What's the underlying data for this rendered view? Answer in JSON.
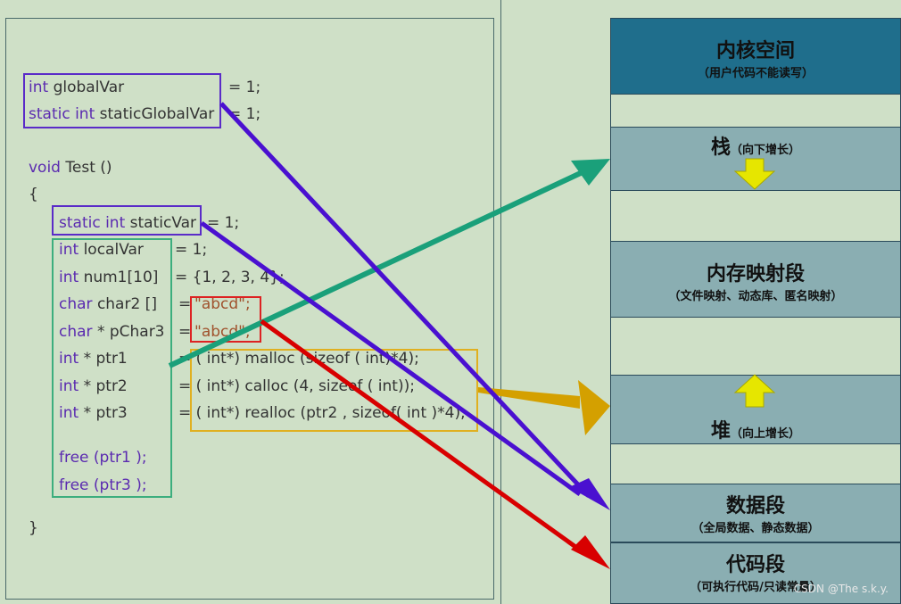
{
  "code": {
    "global_var_decl": "globalVar",
    "global_var_init": "= 1;",
    "static_global_decl": "staticGlobalVar",
    "static_global_init": "= 1;",
    "void_kw": "void",
    "func_name": "Test ()",
    "open_brace": "{",
    "static_var": "staticVar",
    "static_var_init": "= 1;",
    "local_var": "localVar",
    "local_var_init": "= 1;",
    "num1": "num1[10]",
    "num1_init": "= {1, 2, 3, 4};",
    "char2": "char2 []",
    "char2_eq": "=",
    "char2_str": "\"abcd\";",
    "pchar3": "* pChar3",
    "pchar3_eq": "=",
    "pchar3_str": "\"abcd\";",
    "ptr1": "* ptr1",
    "ptr1_init": "= ( int*) malloc (sizeof ( int)*4);",
    "ptr2": "* ptr2",
    "ptr2_init": "= ( int*) calloc (4, sizeof ( int));",
    "ptr3": "* ptr3",
    "ptr3_init": "= ( int*) realloc (ptr2 , sizeof( int )*4);",
    "free1": "free (ptr1 );",
    "free3": "free (ptr3 );",
    "close_brace": "}",
    "kw_int": "int",
    "kw_static_int": "static int",
    "kw_char": "char"
  },
  "memory": {
    "kernel_title": "内核空间",
    "kernel_sub": "（用户代码不能读写）",
    "stack_title": "栈",
    "stack_sub": "（向下增长）",
    "mmap_title": "内存映射段",
    "mmap_sub": "（文件映射、动态库、匿名映射）",
    "heap_title": "堆",
    "heap_sub": "（向上增长）",
    "data_title": "数据段",
    "data_sub": "（全局数据、静态数据）",
    "code_title": "代码段",
    "code_sub": "（可执行代码/只读常量）"
  },
  "watermark": "CSDN @The s.k.y.",
  "colors": {
    "global_box": "#5a2bc8",
    "stack_box": "#3cae7e",
    "string_box": "#d22",
    "heap_box": "#e0b020",
    "green_arrow": "#1aa07a",
    "orange_arrow": "#d4a000",
    "purple_arrow": "#4a10d0",
    "red_arrow": "#d80000",
    "kernel_bg": "#1f6e8c",
    "seg_bg": "#8aaeb2",
    "yellow_arrow": "#e6e600"
  }
}
